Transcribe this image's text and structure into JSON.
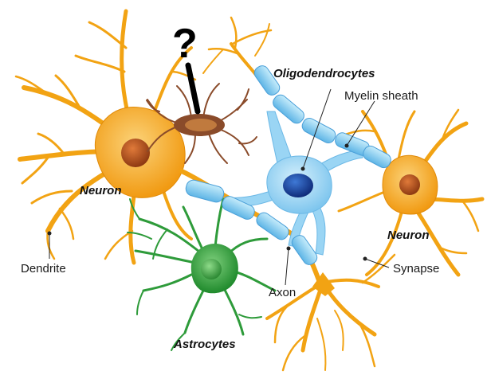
{
  "labels": {
    "oligodendrocytes": "Oligodendrocytes",
    "myelin_sheath": "Myelin sheath",
    "neuron_left": "Neuron",
    "neuron_right": "Neuron",
    "dendrite": "Dendrite",
    "synapse": "Synapse",
    "axon": "Axon",
    "astrocytes": "Astrocytes",
    "question_mark": "?"
  },
  "colors": {
    "neuron_body": "#f4a81c",
    "neuron_body_light": "#f9c65a",
    "neuron_nucleus": "#b5521b",
    "myelin": "#8fd0f2",
    "myelin_dark": "#4a9fd8",
    "oligo_body": "#a9dcf6",
    "oligo_nucleus": "#1f4aa8",
    "astrocyte": "#2e9b3a",
    "astrocyte_light": "#6cc36c",
    "microglia": "#8a4b2a",
    "microglia_nucleus": "#b8753a"
  }
}
